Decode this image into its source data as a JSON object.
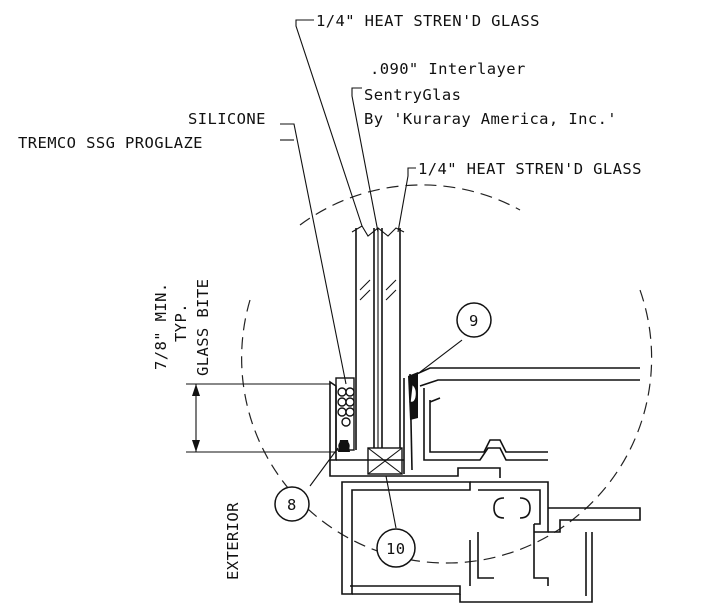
{
  "labels": {
    "outer_glass": "1/4\" HEAT STREN'D GLASS",
    "interlayer_line1": ".090\" Interlayer",
    "interlayer_line2": "SentryGlas",
    "interlayer_line3": "By 'Kuraray America, Inc.'",
    "silicone_line1": "SILICONE",
    "silicone_line2": "TREMCO SSG PROGLAZE",
    "inner_glass": "1/4\" HEAT STREN'D GLASS",
    "glass_bite_1": "7/8\" MIN.",
    "glass_bite_2": "TYP.",
    "glass_bite_3": "GLASS BITE",
    "exterior": "EXTERIOR"
  },
  "callouts": {
    "c9": "9",
    "c8": "8",
    "c10": "10"
  },
  "colors": {
    "ink": "#111111",
    "paper": "#ffffff"
  }
}
